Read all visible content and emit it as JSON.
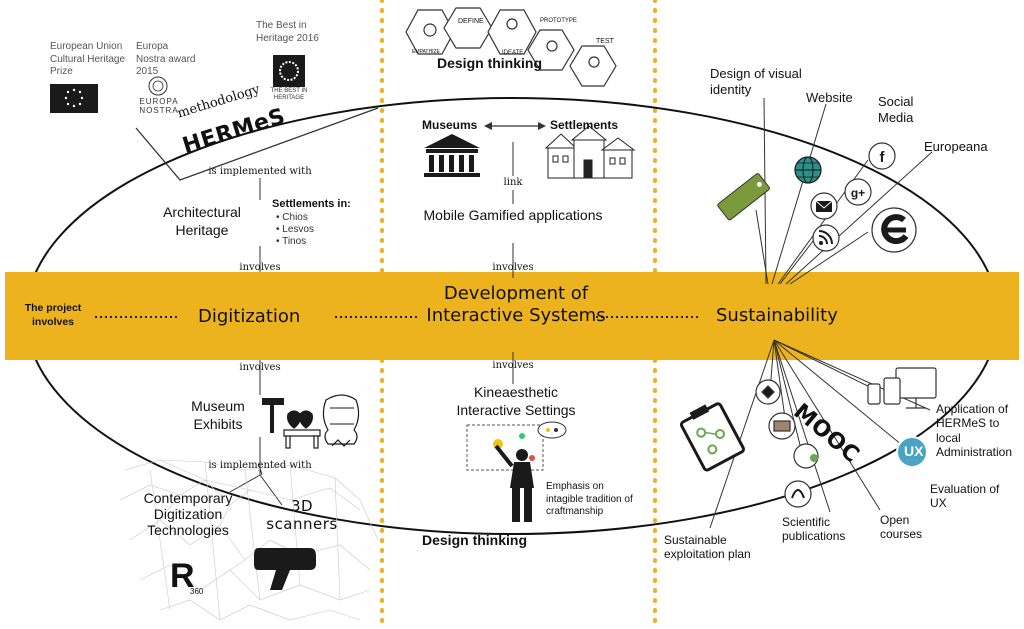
{
  "colors": {
    "band": "#ecb31e",
    "dots": "#e8b326",
    "line": "#222222",
    "ux": "#4aa3c3",
    "brand": "#7a9a3c"
  },
  "awards": {
    "eu_prize": "European Union Cultural Heritage Prize",
    "europa_nostra_award": "Europa Nostra award 2015",
    "europa_nostra_logo": "EUROPA NOSTRA",
    "best_heritage": "The Best in Heritage 2016",
    "best_heritage_logo": "THE BEST IN HERITAGE"
  },
  "methodology": {
    "small": "methodology",
    "name": "HERMeS"
  },
  "left": {
    "implemented_with_1": "is implemented with",
    "arch_heritage": "Architectural Heritage",
    "settlements_in": "Settlements in:",
    "settlements": [
      "• Chios",
      "• Lesvos",
      "• Tinos"
    ],
    "involves_1": "involves",
    "involves_2": "involves",
    "museum_exhibits": "Museum Exhibits",
    "implemented_with_2": "is implemented with",
    "contemporary": "Contemporary Digitization Technologies",
    "scanners": "3D scanners",
    "r360": "R",
    "r360_sub": "360"
  },
  "middle": {
    "design_thinking_top": "Design thinking",
    "dt_steps": [
      "DEFINE",
      "PROTOTYPE",
      "EMPATHIZE",
      "IDEATE",
      "TEST"
    ],
    "museums": "Museums",
    "settlements": "Settlements",
    "link": "link",
    "mobile": "Mobile Gamified applications",
    "involves_1": "involves",
    "involves_2": "involves",
    "kinaesthetic": "Kineaesthetic Interactive Settings",
    "emphasis": "Emphasis on intagible tradition of craftmanship",
    "design_thinking_bottom": "Design thinking"
  },
  "band": {
    "project_involves": "The project involves",
    "digitization": "Digitization",
    "development": "Development of Interactive Systems",
    "sustainability": "Sustainability"
  },
  "right": {
    "visual_identity": "Design of visual identity",
    "website": "Website",
    "social_media": "Social Media",
    "europeana": "Europeana",
    "brand": "BRAND",
    "application": "Application of HERMeS to local Administration",
    "evaluation": "Evaluation of UX",
    "ux": "UX",
    "open_courses": "Open courses",
    "mooc": "MOOC",
    "scientific": "Scientific publications",
    "sustainable": "Sustainable exploitation plan"
  },
  "icons": [
    "globe-icon",
    "facebook-icon",
    "google-plus-icon",
    "mail-icon",
    "rss-icon",
    "europeana-icon",
    "devices-icon",
    "clipboard-icon",
    "museum-icon",
    "houses-icon",
    "scanner-icon",
    "hammer-icon",
    "vases-icon",
    "person-icon",
    "hexagons-icon"
  ]
}
